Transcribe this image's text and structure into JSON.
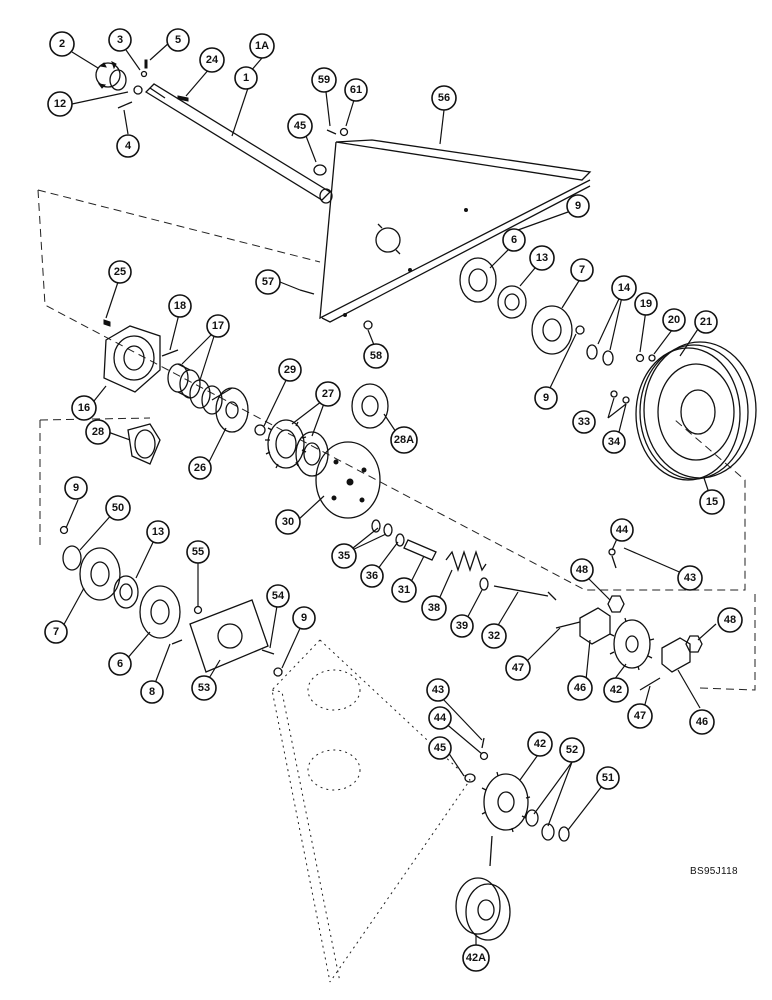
{
  "diagram": {
    "reference_code": "BS95J118",
    "callouts": [
      {
        "id": "c2",
        "label": "2"
      },
      {
        "id": "c3",
        "label": "3"
      },
      {
        "id": "c5",
        "label": "5"
      },
      {
        "id": "c24",
        "label": "24"
      },
      {
        "id": "c1A",
        "label": "1A"
      },
      {
        "id": "c1",
        "label": "1"
      },
      {
        "id": "c12",
        "label": "12"
      },
      {
        "id": "c4",
        "label": "4"
      },
      {
        "id": "c59",
        "label": "59"
      },
      {
        "id": "c61",
        "label": "61"
      },
      {
        "id": "c56",
        "label": "56"
      },
      {
        "id": "c45a",
        "label": "45"
      },
      {
        "id": "c9a",
        "label": "9"
      },
      {
        "id": "c6a",
        "label": "6"
      },
      {
        "id": "c13a",
        "label": "13"
      },
      {
        "id": "c7a",
        "label": "7"
      },
      {
        "id": "c14",
        "label": "14"
      },
      {
        "id": "c19",
        "label": "19"
      },
      {
        "id": "c20",
        "label": "20"
      },
      {
        "id": "c21",
        "label": "21"
      },
      {
        "id": "c57",
        "label": "57"
      },
      {
        "id": "c58",
        "label": "58"
      },
      {
        "id": "c25",
        "label": "25"
      },
      {
        "id": "c18",
        "label": "18"
      },
      {
        "id": "c17",
        "label": "17"
      },
      {
        "id": "c16",
        "label": "16"
      },
      {
        "id": "c9b",
        "label": "9"
      },
      {
        "id": "c33",
        "label": "33"
      },
      {
        "id": "c34",
        "label": "34"
      },
      {
        "id": "c15",
        "label": "15"
      },
      {
        "id": "c29",
        "label": "29"
      },
      {
        "id": "c27",
        "label": "27"
      },
      {
        "id": "c28A",
        "label": "28A"
      },
      {
        "id": "c28",
        "label": "28"
      },
      {
        "id": "c26",
        "label": "26"
      },
      {
        "id": "c30",
        "label": "30"
      },
      {
        "id": "c9c",
        "label": "9"
      },
      {
        "id": "c50",
        "label": "50"
      },
      {
        "id": "c13b",
        "label": "13"
      },
      {
        "id": "c55",
        "label": "55"
      },
      {
        "id": "c35",
        "label": "35"
      },
      {
        "id": "c36",
        "label": "36"
      },
      {
        "id": "c31",
        "label": "31"
      },
      {
        "id": "c38",
        "label": "38"
      },
      {
        "id": "c39",
        "label": "39"
      },
      {
        "id": "c32",
        "label": "32"
      },
      {
        "id": "c44a",
        "label": "44"
      },
      {
        "id": "c43a",
        "label": "43"
      },
      {
        "id": "c48a",
        "label": "48"
      },
      {
        "id": "c7b",
        "label": "7"
      },
      {
        "id": "c6b",
        "label": "6"
      },
      {
        "id": "c8",
        "label": "8"
      },
      {
        "id": "c53",
        "label": "53"
      },
      {
        "id": "c54",
        "label": "54"
      },
      {
        "id": "c9d",
        "label": "9"
      },
      {
        "id": "c47a",
        "label": "47"
      },
      {
        "id": "c46a",
        "label": "46"
      },
      {
        "id": "c42a",
        "label": "42"
      },
      {
        "id": "c48b",
        "label": "48"
      },
      {
        "id": "c47b",
        "label": "47"
      },
      {
        "id": "c46b",
        "label": "46"
      },
      {
        "id": "c43b",
        "label": "43"
      },
      {
        "id": "c44b",
        "label": "44"
      },
      {
        "id": "c45b",
        "label": "45"
      },
      {
        "id": "c42b",
        "label": "42"
      },
      {
        "id": "c52",
        "label": "52"
      },
      {
        "id": "c51",
        "label": "51"
      },
      {
        "id": "c42A",
        "label": "42A"
      }
    ]
  }
}
